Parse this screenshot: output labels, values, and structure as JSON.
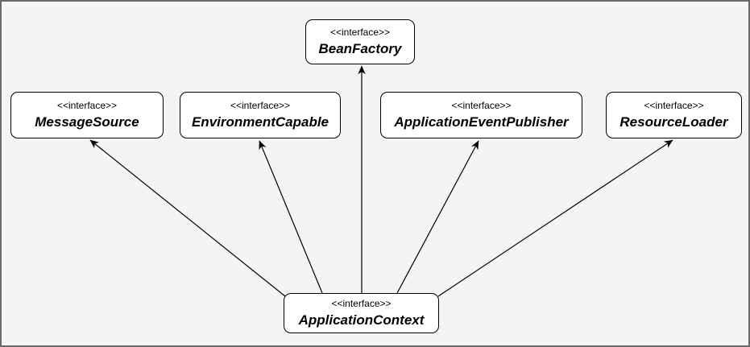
{
  "diagram": {
    "background_color": "#f4f4f5",
    "frame_border_color": "#696969",
    "node_fill_color": "#ffffff",
    "node_border_color": "#000000",
    "arrow_color": "#000000",
    "nodes": {
      "beanFactory": {
        "stereotype": "<<interface>>",
        "name": "BeanFactory"
      },
      "messageSource": {
        "stereotype": "<<interface>>",
        "name": "MessageSource"
      },
      "environmentCapable": {
        "stereotype": "<<interface>>",
        "name": "EnvironmentCapable"
      },
      "applicationEventPublisher": {
        "stereotype": "<<interface>>",
        "name": "ApplicationEventPublisher"
      },
      "resourceLoader": {
        "stereotype": "<<interface>>",
        "name": "ResourceLoader"
      },
      "applicationContext": {
        "stereotype": "<<interface>>",
        "name": "ApplicationContext"
      }
    },
    "edges": [
      {
        "from": "ApplicationContext",
        "to": "MessageSource",
        "type": "inheritance-arrow"
      },
      {
        "from": "ApplicationContext",
        "to": "EnvironmentCapable",
        "type": "inheritance-arrow"
      },
      {
        "from": "ApplicationContext",
        "to": "BeanFactory",
        "type": "inheritance-arrow"
      },
      {
        "from": "ApplicationContext",
        "to": "ApplicationEventPublisher",
        "type": "inheritance-arrow"
      },
      {
        "from": "ApplicationContext",
        "to": "ResourceLoader",
        "type": "inheritance-arrow"
      }
    ]
  }
}
